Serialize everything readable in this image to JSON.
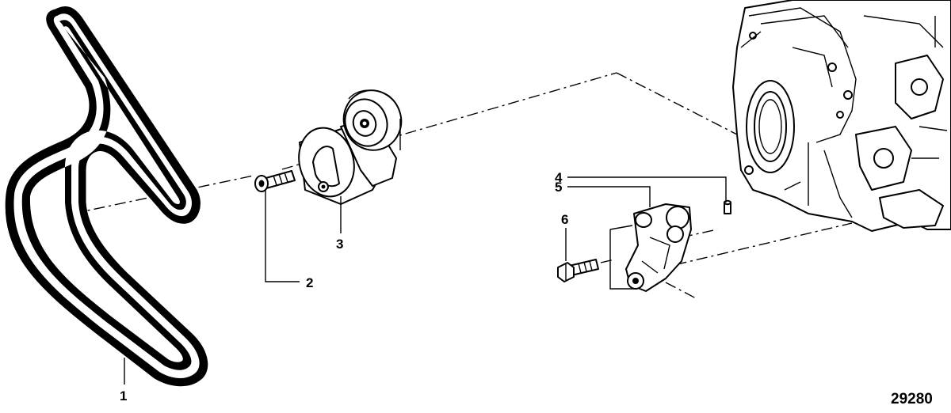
{
  "diagram": {
    "figure_number": "29280",
    "callouts": [
      {
        "id": "belt",
        "label": "1"
      },
      {
        "id": "bolt-tensioner",
        "label": "2"
      },
      {
        "id": "tensioner",
        "label": "3"
      },
      {
        "id": "dowel-pin",
        "label": "4"
      },
      {
        "id": "bracket",
        "label": "5"
      },
      {
        "id": "bolt-bracket",
        "label": "6"
      }
    ]
  }
}
